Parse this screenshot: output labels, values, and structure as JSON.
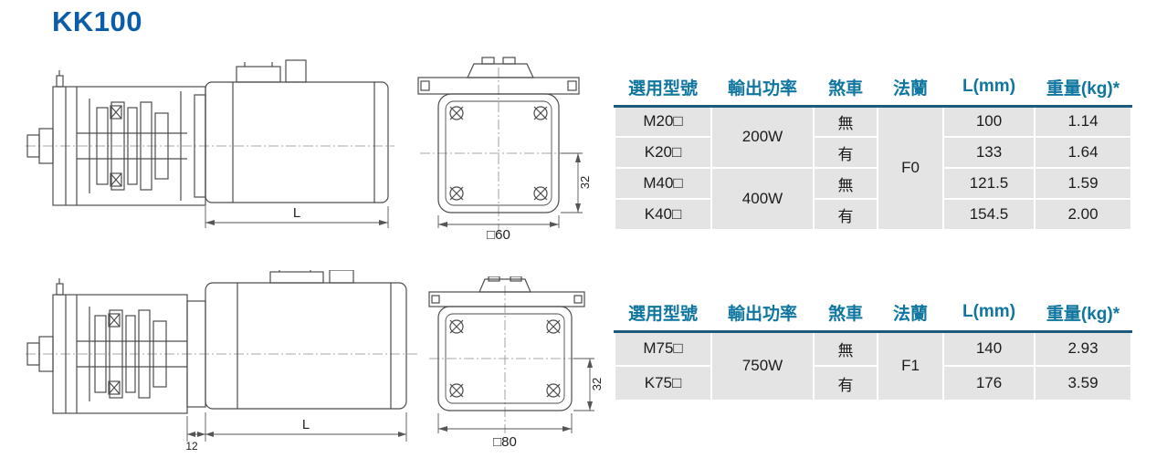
{
  "page": {
    "title": "KK100"
  },
  "colors": {
    "title": "#0c5da8",
    "header_text": "#0f76a0",
    "header_rule": "#1d5a7d",
    "row_bg": "#e4e4e4"
  },
  "drawings": {
    "top_side": {
      "length_label": "L"
    },
    "top_front": {
      "square_label": "□60",
      "height_label": "32"
    },
    "bottom_side": {
      "offset_label": "12",
      "length_label": "L"
    },
    "bottom_front": {
      "square_label": "□80",
      "height_label": "32"
    }
  },
  "spec_tables": [
    {
      "headers": [
        "選用型號",
        "輸出功率",
        "煞車",
        "法蘭",
        "L(mm)",
        "重量(kg)*"
      ],
      "merged": {
        "power1": "200W",
        "power2": "400W",
        "flange": "F0"
      },
      "rows": [
        {
          "model": "M20□",
          "brake": "無",
          "length": "100",
          "weight": "1.14"
        },
        {
          "model": "K20□",
          "brake": "有",
          "length": "133",
          "weight": "1.64"
        },
        {
          "model": "M40□",
          "brake": "無",
          "length": "121.5",
          "weight": "1.59"
        },
        {
          "model": "K40□",
          "brake": "有",
          "length": "154.5",
          "weight": "2.00"
        }
      ]
    },
    {
      "headers": [
        "選用型號",
        "輸出功率",
        "煞車",
        "法蘭",
        "L(mm)",
        "重量(kg)*"
      ],
      "merged": {
        "power1": "750W",
        "flange": "F1"
      },
      "rows": [
        {
          "model": "M75□",
          "brake": "無",
          "length": "140",
          "weight": "2.93"
        },
        {
          "model": "K75□",
          "brake": "有",
          "length": "176",
          "weight": "3.59"
        }
      ]
    }
  ]
}
